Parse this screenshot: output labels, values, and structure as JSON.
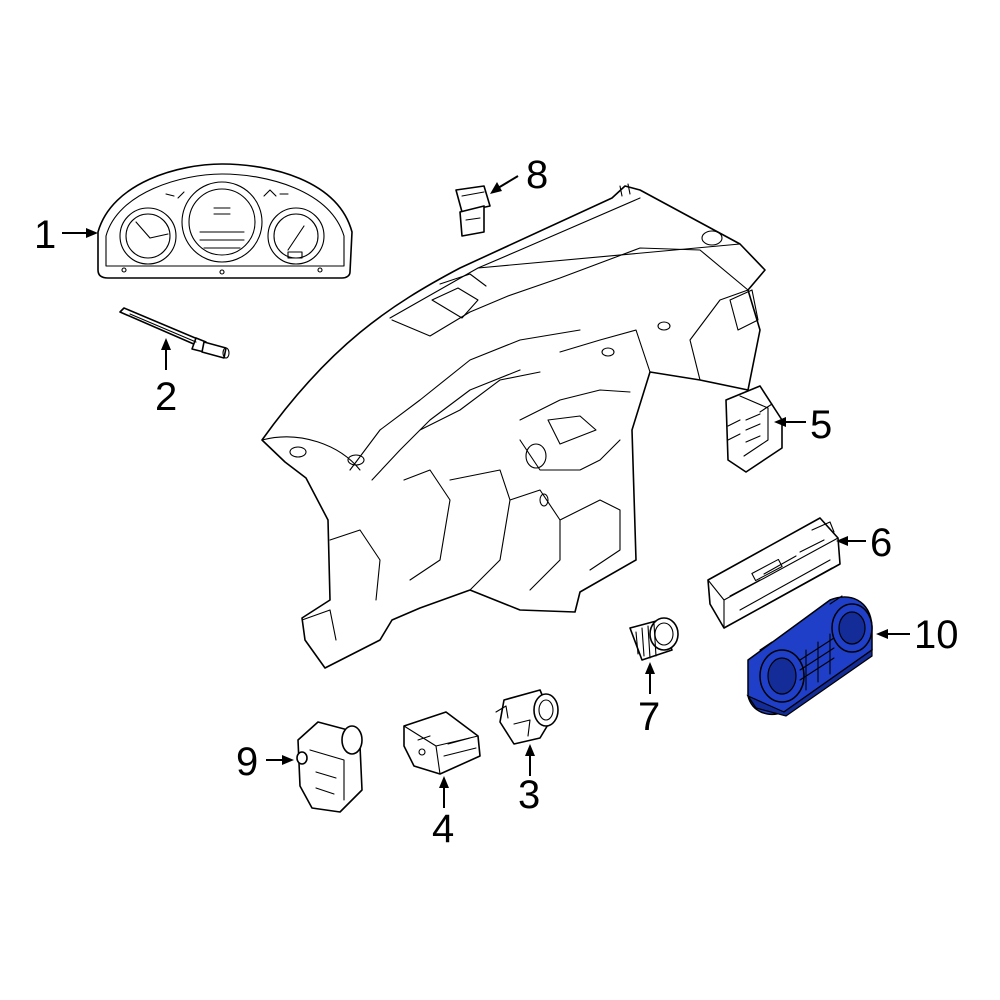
{
  "callouts": [
    {
      "id": "1",
      "label": "1",
      "part": "instrument-cluster"
    },
    {
      "id": "2",
      "label": "2",
      "part": "rod"
    },
    {
      "id": "3",
      "label": "3",
      "part": "ignition-switch"
    },
    {
      "id": "4",
      "label": "4",
      "part": "switch-bracket"
    },
    {
      "id": "5",
      "label": "5",
      "part": "switch-panel"
    },
    {
      "id": "6",
      "label": "6",
      "part": "control-panel"
    },
    {
      "id": "7",
      "label": "7",
      "part": "knob"
    },
    {
      "id": "8",
      "label": "8",
      "part": "switch"
    },
    {
      "id": "9",
      "label": "9",
      "part": "headlamp-switch"
    },
    {
      "id": "10",
      "label": "10",
      "part": "climate-control-unit"
    }
  ],
  "colors": {
    "line": "#000000",
    "background": "#ffffff",
    "highlight": "#1f3fc8"
  },
  "highlighted_part": "10"
}
